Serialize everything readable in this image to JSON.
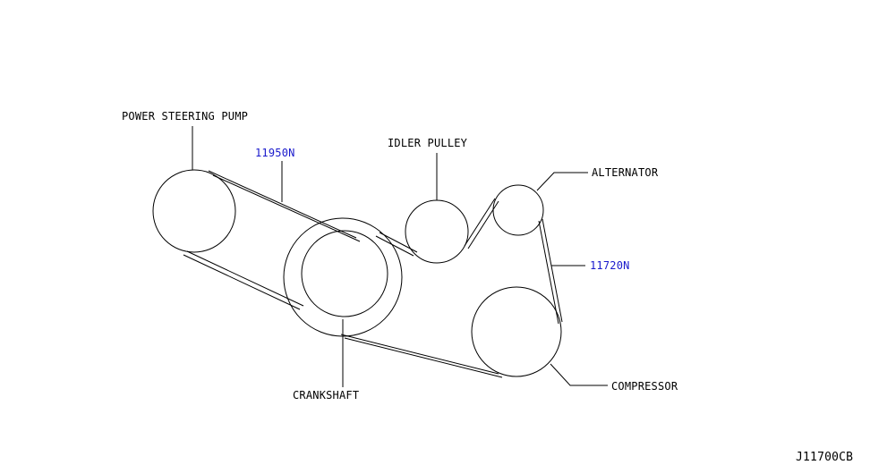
{
  "labels": {
    "power_steering_pump": "POWER STEERING PUMP",
    "idler_pulley": "IDLER PULLEY",
    "alternator": "ALTERNATOR",
    "crankshaft": "CRANKSHAFT",
    "compressor": "COMPRESSOR"
  },
  "part_numbers": {
    "ps_belt": "11950N",
    "ac_alt_belt": "11720N"
  },
  "figure_code": "J11700CB",
  "colors": {
    "line": "#000000",
    "part_number": "#1a1acc",
    "background": "#ffffff"
  }
}
